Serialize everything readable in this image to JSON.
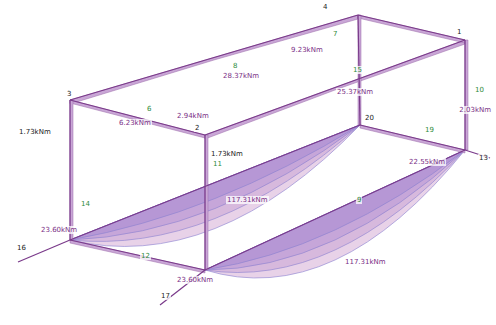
{
  "diagram": {
    "labels": [
      "4",
      "7",
      "9.23kNm",
      "1",
      "8",
      "28.37kNm",
      "3",
      "6",
      "6.23kNm",
      "2",
      "2.94kNm",
      "15",
      "25.37kNm",
      "10",
      "2.03kNm",
      "13",
      "19",
      "22.55kNm",
      "20",
      "1.73kNm",
      "1.73kNm",
      "14",
      "11",
      "117.31kNm",
      "9",
      "117.31kNm",
      "12",
      "16",
      "17",
      "23.60kNm",
      "23.60kNm"
    ]
  }
}
